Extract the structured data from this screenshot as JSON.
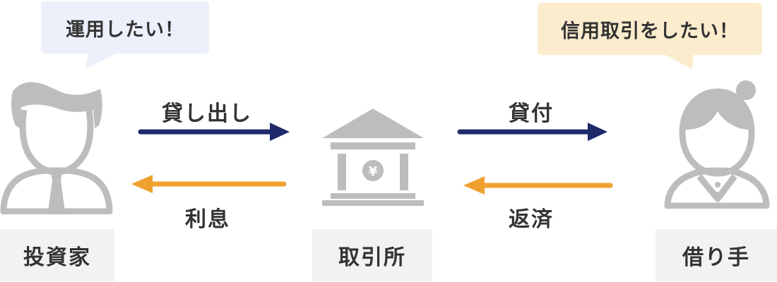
{
  "investor": {
    "speech": "運用したい！",
    "label": "投資家"
  },
  "exchange": {
    "label": "取引所",
    "symbol": "¥"
  },
  "borrower": {
    "speech": "信用取引をしたい！",
    "label": "借り手"
  },
  "flows": {
    "investor_to_exchange": "貸し出し",
    "exchange_to_investor": "利息",
    "exchange_to_borrower": "貸付",
    "borrower_to_exchange": "返済"
  },
  "colors": {
    "navy_arrow": "#1f2a6b",
    "orange_arrow": "#f0a030",
    "figure_gray": "#bdbdbd",
    "left_bubble": "#edf0fa",
    "right_bubble": "#fbeccd"
  }
}
